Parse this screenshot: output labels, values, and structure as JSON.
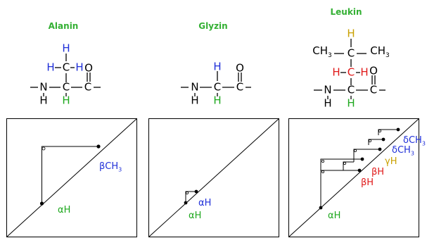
{
  "molecules": {
    "alanin": {
      "name": "Alanin",
      "atoms": {
        "h_top": "H",
        "h_left": "H",
        "c_beta": "C",
        "h_right": "H",
        "c_alpha": "C",
        "c_carbonyl": "C",
        "o": "O",
        "n": "N",
        "h_n": "H",
        "h_alpha": "H"
      }
    },
    "glyzin": {
      "name": "Glyzin",
      "atoms": {
        "h_top": "H",
        "c_alpha": "C",
        "c_carbonyl": "C",
        "o": "O",
        "n": "N",
        "h_n": "H",
        "h_alpha": "H"
      }
    },
    "leukin": {
      "name": "Leukin",
      "atoms": {
        "h_gamma": "H",
        "ch3_left": "CH",
        "ch3_left_sub": "3",
        "c_gamma": "C",
        "ch3_right": "CH",
        "ch3_right_sub": "3",
        "h_beta_left": "H",
        "c_beta": "C",
        "h_beta_right": "H",
        "c_alpha": "C",
        "c_carbonyl": "C",
        "o": "O",
        "n": "N",
        "h_n": "H",
        "h_alpha": "H"
      }
    }
  },
  "panels": {
    "alanin": {
      "labels": {
        "beta_ch3": "βCH",
        "beta_ch3_sub": "3",
        "alpha_h": "αH"
      }
    },
    "glyzin": {
      "labels": {
        "alpha_h_right": "αH",
        "alpha_h_left": "αH"
      }
    },
    "leukin": {
      "labels": {
        "delta_ch3_top": "δCH",
        "delta_ch3_top_sub": "3",
        "delta_ch3_bottom": "δCH",
        "delta_ch3_bottom_sub": "3",
        "gamma_h": "γH",
        "beta_h_top": "βH",
        "beta_h_bottom": "βH",
        "alpha_h": "αH"
      }
    }
  },
  "colors": {
    "title_green": "#33b033",
    "blue": "#1f2fd8",
    "green": "#1ea81e",
    "red": "#e01818",
    "gold": "#c9a000"
  }
}
